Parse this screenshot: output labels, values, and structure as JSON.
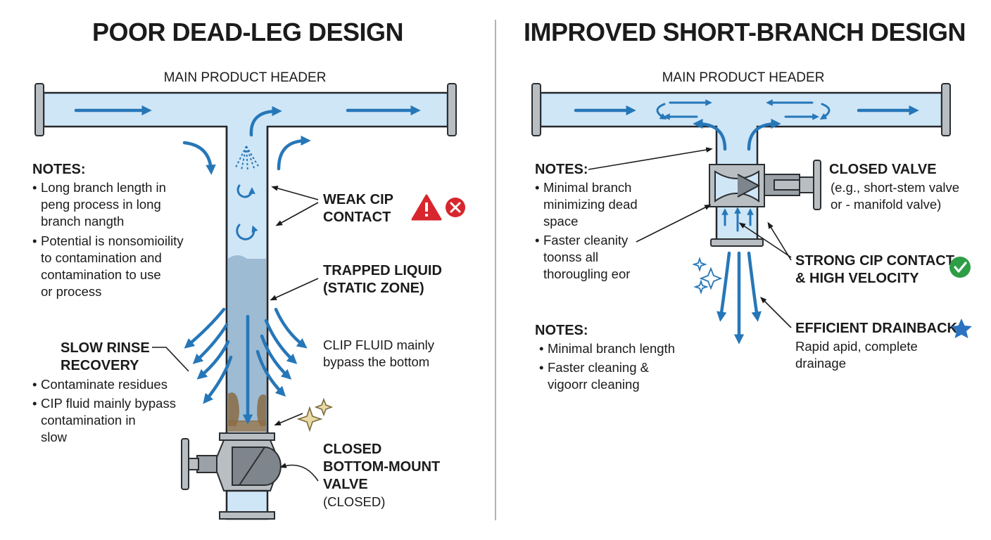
{
  "left": {
    "title": "POOR DEAD-LEG DESIGN",
    "header_label": "MAIN PRODUCT HEADER",
    "notes_heading": "NOTES:",
    "notes": [
      [
        "Long branch length in",
        "peng process in long",
        "branch nangth"
      ],
      [
        "Potential is nonsomioility",
        "to contamination and",
        "contamination to use",
        "or process"
      ]
    ],
    "callout_weak": [
      "WEAK CIP",
      "CONTACT"
    ],
    "callout_trapped": [
      "TRAPPED LIQUID",
      "(STATIC ZONE)"
    ],
    "callout_slow": [
      "SLOW RINSE",
      "RECOVERY"
    ],
    "slow_notes": [
      [
        "Contaminate residues"
      ],
      [
        "CIP fluid mainly bypass",
        "contamination in",
        "slow"
      ]
    ],
    "callout_bypass": [
      "CLIP FLUID mainly",
      "bypass the bottom"
    ],
    "callout_valve": [
      "CLOSED",
      "BOTTOM-MOUNT",
      "VALVE"
    ],
    "callout_valve_sub": "(CLOSED)",
    "colors": {
      "warning": "#d7262e",
      "flow": "#2677b8",
      "liquid": "#9dbbd3",
      "residue": "#8b6b43"
    }
  },
  "right": {
    "title": "IMPROVED SHORT-BRANCH DESIGN",
    "header_label": "MAIN PRODUCT HEADER",
    "notes1_heading": "NOTES:",
    "notes1": [
      [
        "Minimal branch",
        "minimizing dead",
        "space"
      ],
      [
        "Faster cleanity",
        "toonss all",
        "thorougling eor"
      ]
    ],
    "callout_valve": "CLOSED VALVE",
    "callout_valve_sub": [
      "(e.g., short-stem valve",
      "or - manifold valve)"
    ],
    "callout_strong": [
      "STRONG CIP CONTACT",
      "& HIGH VELOCITY"
    ],
    "callout_drain": "EFFICIENT DRAINBACK",
    "callout_drain_sub": [
      "Rapid apid, complete",
      "drainage"
    ],
    "notes2_heading": "NOTES:",
    "notes2": [
      [
        "Minimal branch length"
      ],
      [
        "Faster cleaning &",
        "vigoorr cleaning"
      ]
    ],
    "colors": {
      "ok": "#2e9e46",
      "star": "#2b73c2"
    }
  },
  "icons": [
    "warning-icon",
    "error-x-icon",
    "check-icon",
    "star-icon",
    "sparkle-icon"
  ]
}
